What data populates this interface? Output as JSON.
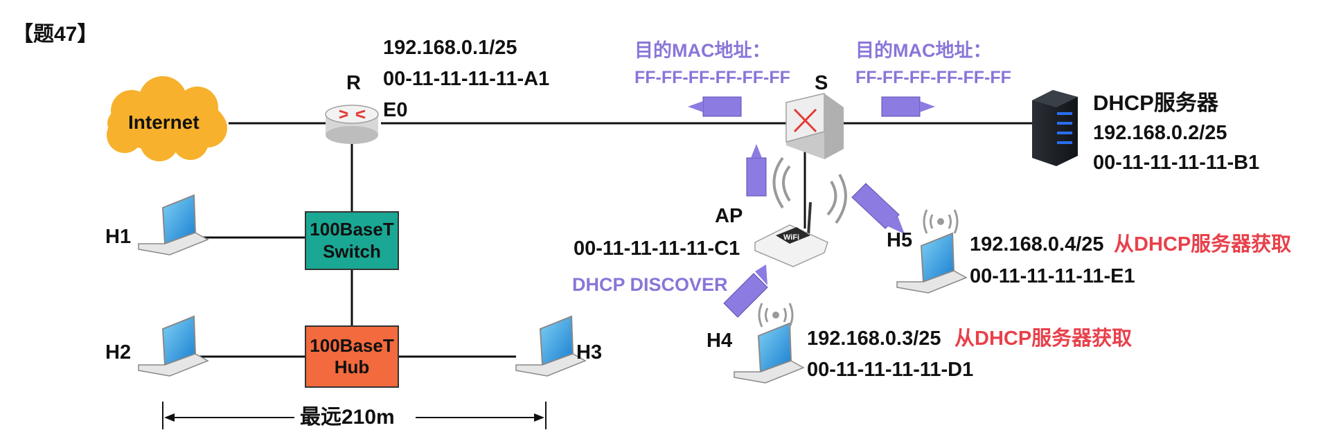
{
  "title": "【题47】",
  "router": {
    "name": "R",
    "ip": "192.168.0.1/25",
    "mac": "00-11-11-11-11-A1",
    "port": "E0"
  },
  "internet": {
    "label": "Internet"
  },
  "switch_s": {
    "name": "S"
  },
  "dst_mac_left": {
    "caption": "目的MAC地址：",
    "value": "FF-FF-FF-FF-FF-FF"
  },
  "dst_mac_right": {
    "caption": "目的MAC地址：",
    "value": "FF-FF-FF-FF-FF-FF"
  },
  "dhcp_server": {
    "name": "DHCP服务器",
    "ip": "192.168.0.2/25",
    "mac": "00-11-11-11-11-B1"
  },
  "ap": {
    "name": "AP",
    "mac": "00-11-11-11-11-C1",
    "wifi_text": "WiFi"
  },
  "dhcp_discover": "DHCP DISCOVER",
  "h5": {
    "name": "H5",
    "ip": "192.168.0.4/25",
    "note": "从DHCP服务器获取",
    "mac": "00-11-11-11-11-E1"
  },
  "h4": {
    "name": "H4",
    "ip": "192.168.0.3/25",
    "note": "从DHCP服务器获取",
    "mac": "00-11-11-11-11-D1"
  },
  "h1": {
    "name": "H1"
  },
  "h2": {
    "name": "H2"
  },
  "h3": {
    "name": "H3"
  },
  "switch_box": {
    "line1": "100BaseT",
    "line2": "Switch"
  },
  "hub_box": {
    "line1": "100BaseT",
    "line2": "Hub"
  },
  "distance": "最远210m",
  "colors": {
    "switch_fill": "#1aa894",
    "hub_fill": "#f26a3d",
    "cloud": "#f7b12d",
    "arrow": "#8c7be0",
    "highlight": "#e8414b",
    "caption": "#8a75d8"
  }
}
